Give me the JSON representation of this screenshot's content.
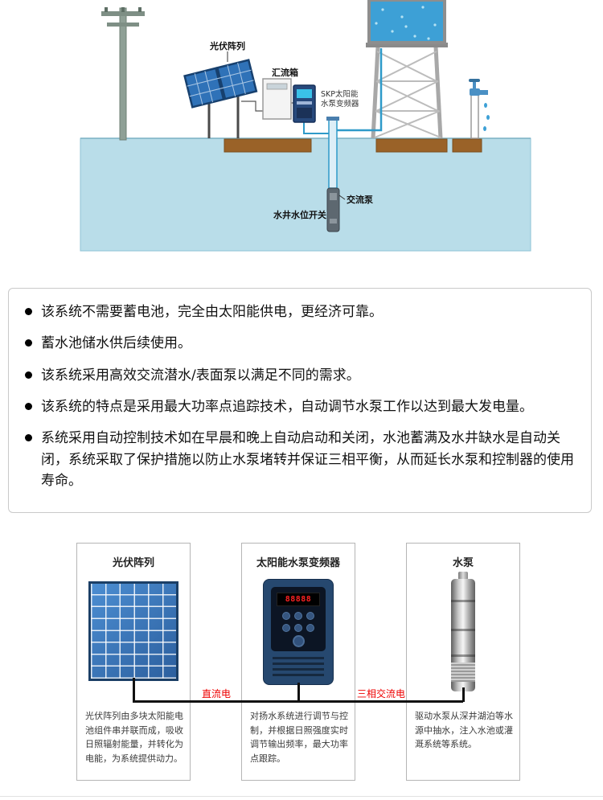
{
  "diagram": {
    "labels": {
      "pv_array": "光伏阵列",
      "combiner_box": "汇流箱",
      "inverter_line1": "SKP太阳能",
      "inverter_line2": "水泵变频器",
      "ac_pump": "交流泵",
      "well_switch": "水井水位开关"
    },
    "colors": {
      "underground_water": "#b9dde9",
      "soil": "#9a6228",
      "tank_water": "#3da0d6",
      "pipe_blue": "#2e9ac9"
    }
  },
  "features": {
    "items": [
      "该系统不需要蓄电池，完全由太阳能供电，更经济可靠。",
      "蓄水池储水供后续使用。",
      "该系统采用高效交流潜水/表面泵以满足不同的需求。",
      "该系统的特点是采用最大功率点追踪技术，自动调节水泵工作以达到最大发电量。",
      "系统采用自动控制技术如在早晨和晚上自动启动和关闭，水池蓄满及水井缺水是自动关闭，系统采取了保护措施以防止水泵堵转并保证三相平衡，从而延长水泵和控制器的使用寿命。"
    ]
  },
  "components": {
    "panels": [
      {
        "title": "光伏阵列",
        "description": "光伏阵列由多块太阳能电池组件串并联而成，吸收日照辐射能量，并转化为电能，为系统提供动力。"
      },
      {
        "title": "太阳能水泵变频器",
        "description": "对扬水系统进行调节与控制，并根据日照强度实时调节输出频率，最大功率点跟踪。",
        "display_value": "88888"
      },
      {
        "title": "水泵",
        "description": "驱动水泵从深井湖泊等水源中抽水，注入水池或灌溉系统等系统。"
      }
    ],
    "connections": [
      {
        "label": "直流电",
        "color": "#ee0000"
      },
      {
        "label": "三相交流电",
        "color": "#ee0000"
      }
    ]
  }
}
